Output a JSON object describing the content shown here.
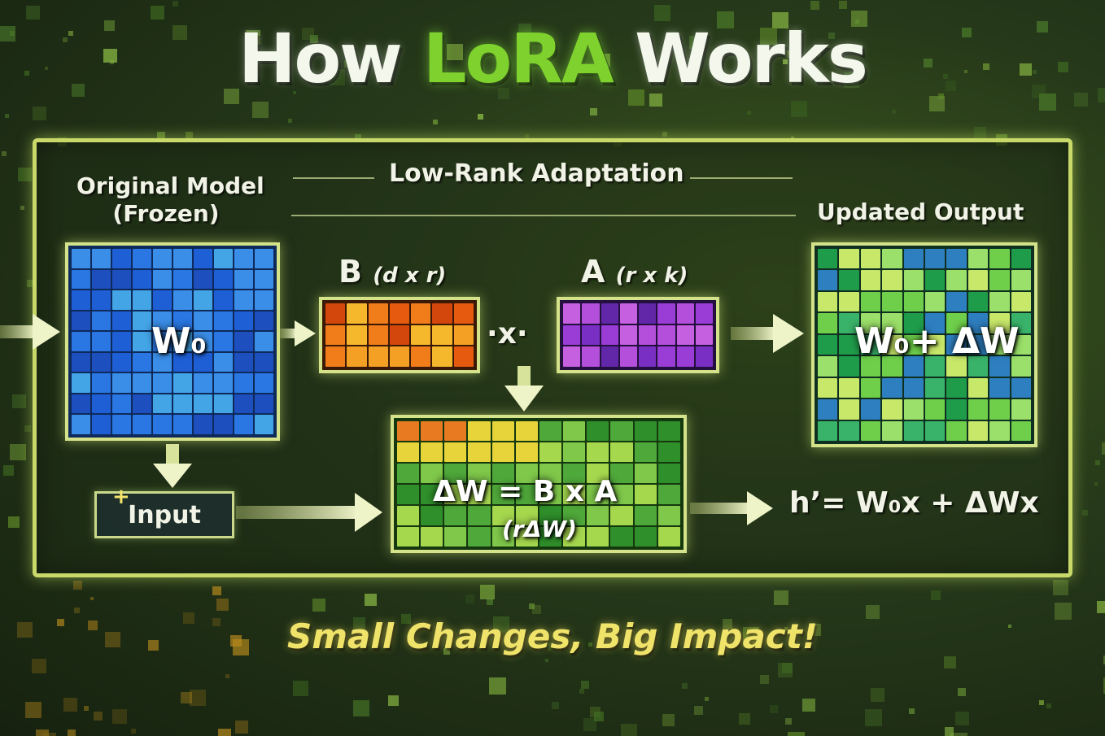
{
  "title": {
    "part1": "How ",
    "part2": "LoRA",
    "part3": " Works"
  },
  "subtitle": "Low-Rank Adaptation",
  "original_model": {
    "line1": "Original Model",
    "line2": "(Frozen)",
    "matrix": "W₀"
  },
  "matrix_b": {
    "name": "B",
    "dims": "(d x r)"
  },
  "matrix_a": {
    "name": "A",
    "dims": "(r x k)"
  },
  "multiply": "x",
  "delta": {
    "formula": "ΔW = B x A",
    "note": "(rΔW)"
  },
  "input": "Input",
  "updated_output": {
    "label": "Updated Output",
    "matrix": "W₀+ ΔW"
  },
  "output_formula": "h’= W₀x + ΔWx",
  "tagline": "Small Changes, Big Impact!",
  "colors": {
    "title_green": "#7fd22e",
    "frame": "#c8d96a",
    "tagline": "#f0e36a",
    "w0_blues": [
      "#1f5fd6",
      "#2a77e3",
      "#3b8ee8",
      "#1e4fbf",
      "#43a4e6"
    ],
    "b_oranges": [
      "#e65a10",
      "#f07c1a",
      "#f3a024",
      "#d4470c",
      "#f5b82c"
    ],
    "a_purples": [
      "#7a2fc4",
      "#9a3dd6",
      "#b44fdb",
      "#6127a8",
      "#c560e0"
    ],
    "out_greens": [
      "#1f9c4a",
      "#3ab36a",
      "#6fcf4a",
      "#2e7fc0",
      "#9be06a",
      "#c8e86a"
    ],
    "delta_greens": [
      "#2f8f2a",
      "#4fa83a",
      "#7fc84a",
      "#a6d84e",
      "#e6d43a",
      "#e87a22"
    ]
  }
}
